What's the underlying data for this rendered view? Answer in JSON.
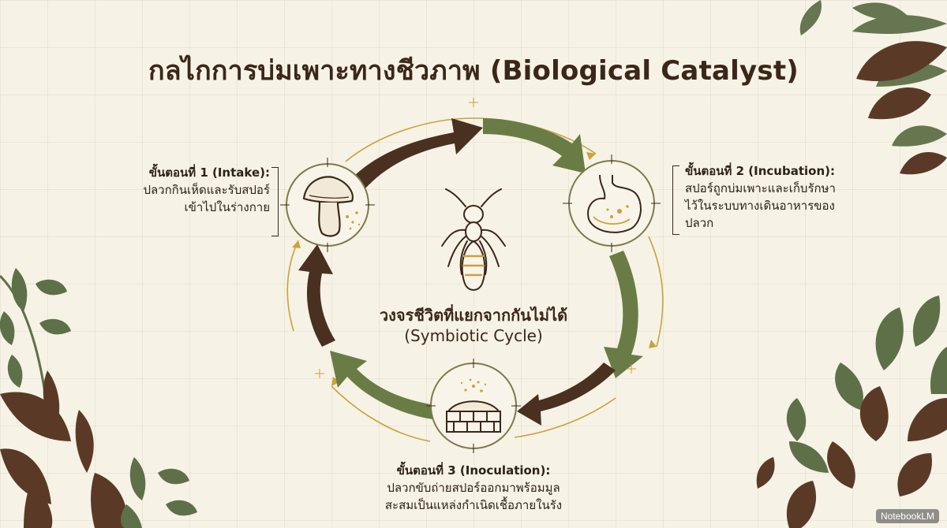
{
  "title": "กลไกการบ่มเพาะทางชีวภาพ (Biological Catalyst)",
  "center": {
    "line1": "วงจรชีวิตที่แยกจากกันไม่ได้",
    "line2": "(Symbiotic Cycle)"
  },
  "steps": [
    {
      "heading": "ขั้นตอนที่ 1 (Intake):",
      "lines": [
        "ปลวกกินเห็ดและรับสปอร์",
        "เข้าไปในร่างกาย"
      ],
      "icon": "mushroom-icon"
    },
    {
      "heading": "ขั้นตอนที่ 2 (Incubation):",
      "lines": [
        "สปอร์ถูกบ่มเพาะและเก็บรักษา",
        "ไว้ในระบบทางเดินอาหารของ",
        "ปลวก"
      ],
      "icon": "stomach-icon"
    },
    {
      "heading": "ขั้นตอนที่ 3 (Inoculation):",
      "lines": [
        "ปลวกขับถ่ายสปอร์ออกมาพร้อมมูล",
        "สะสมเป็นแหล่งกำเนิดเชื้อภายในรัง"
      ],
      "icon": "nest-icon"
    }
  ],
  "center_icon": "termite-icon",
  "brand": "NotebookLM",
  "colors": {
    "background": "#f6f2e6",
    "brown_arrow": "#4a3020",
    "green_arrow": "#6a7c45",
    "gold_line": "#c9a23a",
    "circle_stroke": "#7d7a4a",
    "leaf_green": "#5e7048",
    "leaf_brown": "#5a3a26"
  }
}
